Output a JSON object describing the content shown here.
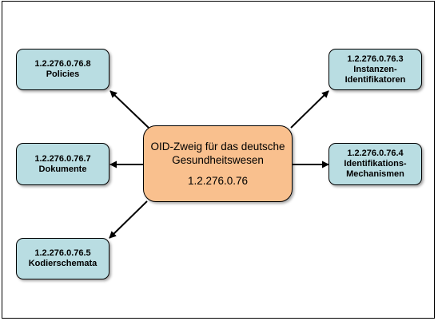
{
  "center": {
    "title_line1": "OID-Zweig für das deutsche",
    "title_line2": "Gesundheitswesen",
    "oid": "1.2.276.0.76",
    "fill": "#f9c08e"
  },
  "nodes": {
    "policies": {
      "oid": "1.2.276.0.76.8",
      "line1": "Policies",
      "line2": ""
    },
    "dokumente": {
      "oid": "1.2.276.0.76.7",
      "line1": "Dokumente",
      "line2": ""
    },
    "kodierschemata": {
      "oid": "1.2.276.0.76.5",
      "line1": "Kodierschemata",
      "line2": ""
    },
    "instanzen": {
      "oid": "1.2.276.0.76.3",
      "line1": "Instanzen-",
      "line2": "Identifikatoren"
    },
    "identifikation": {
      "oid": "1.2.276.0.76.4",
      "line1": "Identifikations-",
      "line2": "Mechanismen"
    }
  },
  "colors": {
    "node_fill": "#b9dde2",
    "border": "#000000",
    "arrow": "#000000"
  }
}
